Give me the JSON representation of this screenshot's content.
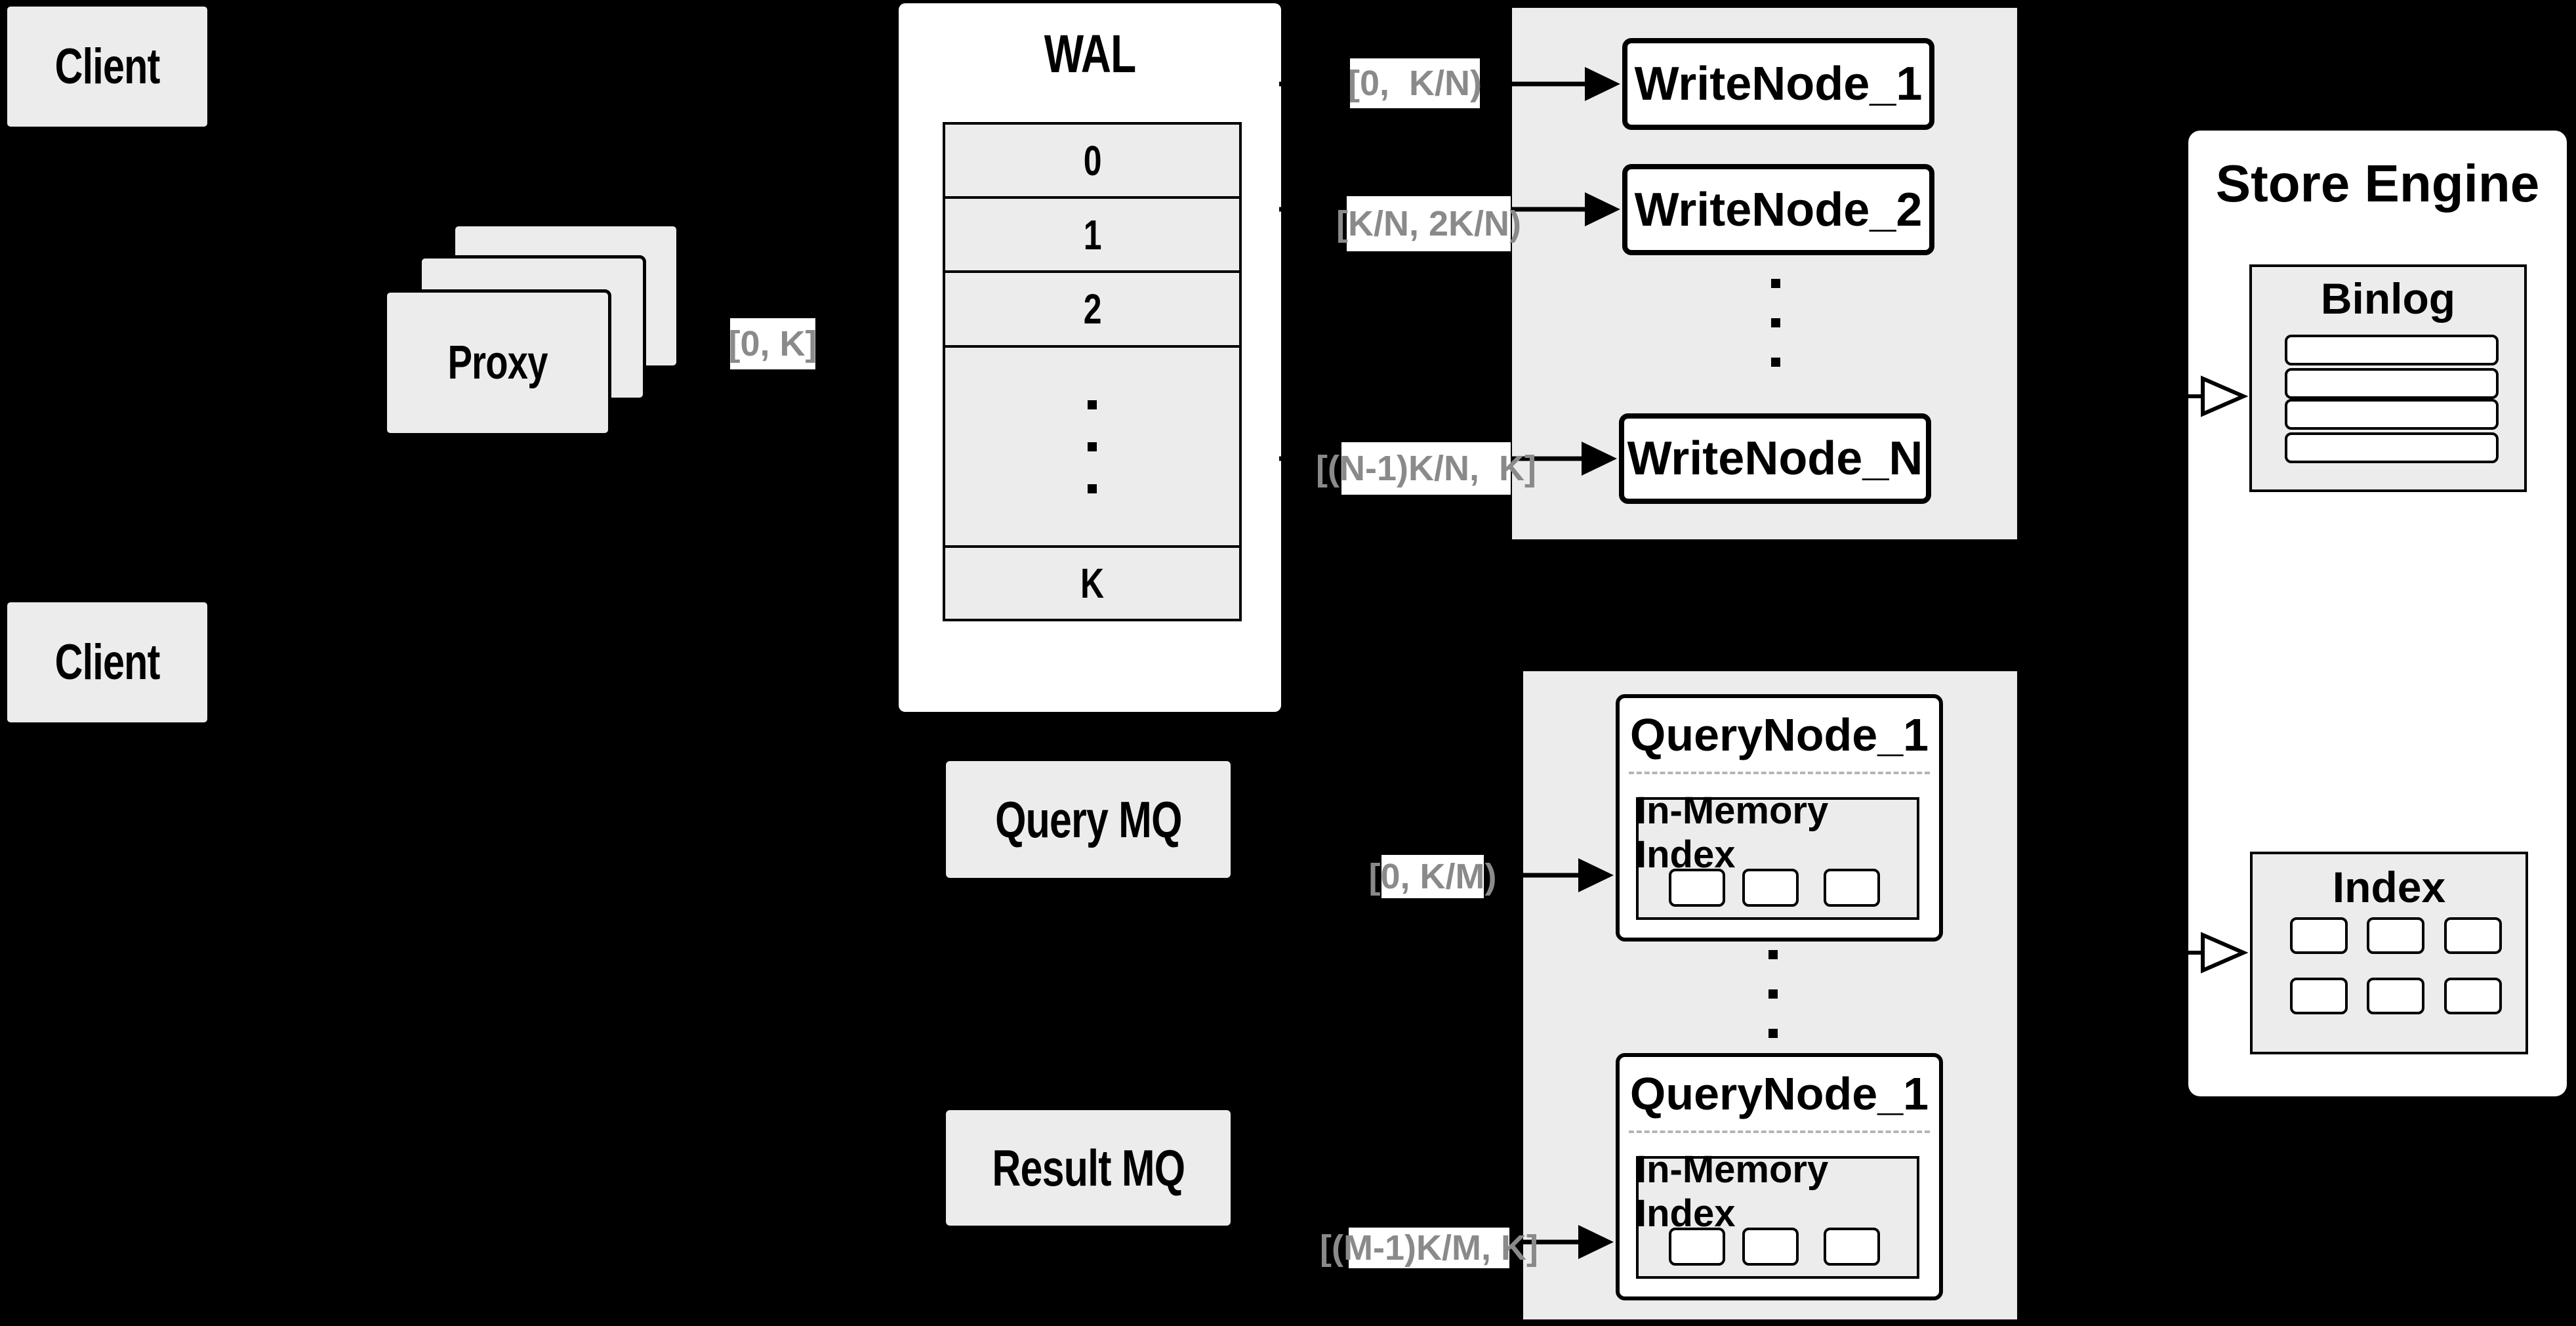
{
  "clients": {
    "top": "Client",
    "bottom": "Client"
  },
  "proxy": {
    "label": "Proxy"
  },
  "edge_labels": {
    "proxy_to_wal": "[0, K]",
    "wal_to_write": [
      "[0,  K/N)",
      "[K/N, 2K/N)",
      "[(N-1)K/N,  K]"
    ],
    "mq_to_query": [
      "[0, K/M)",
      "[(M-1)K/M, K]"
    ]
  },
  "wal": {
    "title": "WAL",
    "segments": [
      "0",
      "1",
      "2",
      "K"
    ]
  },
  "write_nodes": {
    "items": [
      "WriteNode_1",
      "WriteNode_2",
      "WriteNode_N"
    ]
  },
  "store_engine": {
    "title": "Store Engine",
    "binlog": {
      "title": "Binlog",
      "slot_count": 4
    },
    "index": {
      "title": "Index",
      "slot_count": 6
    }
  },
  "message_queues": {
    "query": "Query MQ",
    "result": "Result MQ"
  },
  "query_nodes": {
    "items": [
      {
        "title": "QueryNode_1",
        "index_title": "In-Memory Index"
      },
      {
        "title": "QueryNode_1",
        "index_title": "In-Memory Index"
      }
    ]
  },
  "colors": {
    "background": "#000000",
    "panel_gray": "#ececec",
    "panel_white": "#ffffff",
    "stroke": "#000000",
    "edge_label_text": "#8a8a8a",
    "dashed_divider": "#b5b5b5"
  }
}
